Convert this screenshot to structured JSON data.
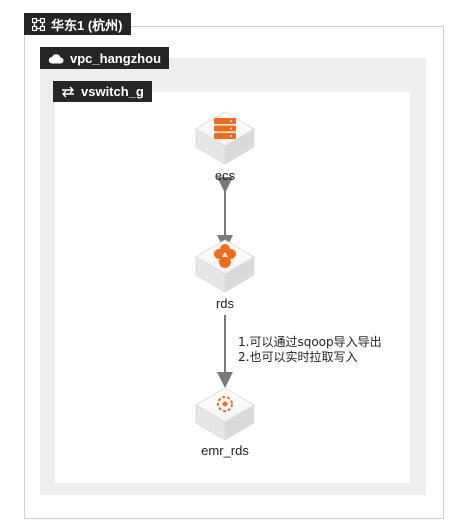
{
  "region": {
    "label": "华东1 (杭州)"
  },
  "vpc": {
    "label": "vpc_hangzhou"
  },
  "vswitch": {
    "label": "vswitch_g"
  },
  "nodes": {
    "ecs": {
      "label": "ecs",
      "icon": "server-icon"
    },
    "rds": {
      "label": "rds",
      "icon": "rds-icon"
    },
    "emr_rds": {
      "label": "emr_rds",
      "icon": "emr-icon"
    }
  },
  "edges": {
    "rds_emr": {
      "lines": [
        "1.可以通过sqoop导入导出",
        "2.也可以实时拉取写入"
      ]
    }
  },
  "colors": {
    "accent": "#f26b1d",
    "tag_bg": "#262626",
    "edge": "#7a7a7a"
  }
}
